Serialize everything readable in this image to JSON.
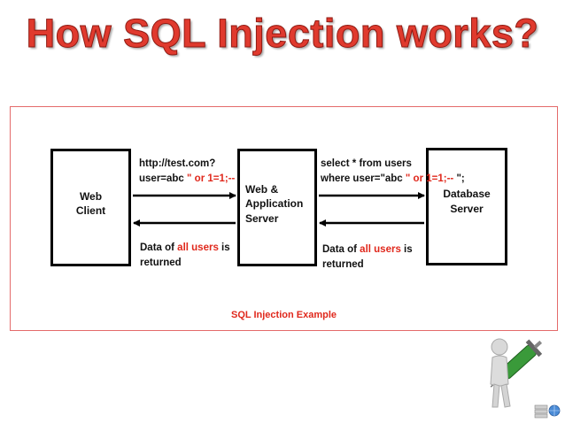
{
  "title": "How SQL Injection works?",
  "nodes": {
    "client": [
      "Web",
      "Client"
    ],
    "server": [
      "Web &",
      "Application",
      "Server"
    ],
    "database": [
      "Database",
      "Server"
    ]
  },
  "request_left": {
    "line1": "http://test.com?",
    "line2_plain": "user=abc",
    "line2_red": " \" or 1=1;--"
  },
  "request_right": {
    "line1": "select * from users",
    "line2_plain": "where user=\"abc",
    "line2_red": " \" or 1=1;--",
    "line2_tail": "  \";"
  },
  "response": {
    "part1": "Data of ",
    "red": "all users",
    "part2": " is",
    "line2": "returned"
  },
  "caption": "SQL Injection Example",
  "colors": {
    "accent_red": "#e0281c",
    "title_red": "#e03a2e",
    "frame": "#e46b6b"
  },
  "icons": [
    "injection-figure-icon",
    "database-globe-icon"
  ]
}
